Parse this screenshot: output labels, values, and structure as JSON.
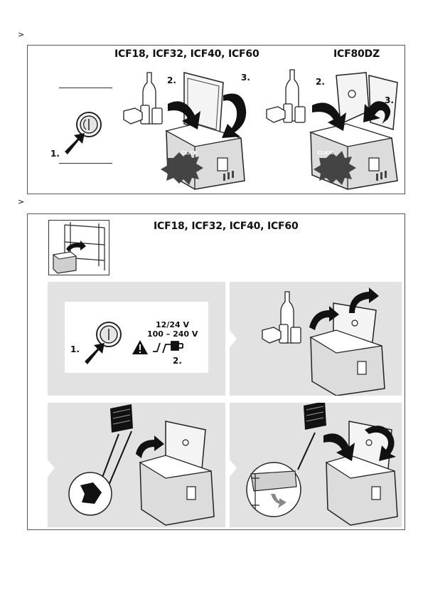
{
  "bullets": [
    ">",
    ">"
  ],
  "figure1": {
    "title_left": "ICF18, ICF32, ICF40, ICF60",
    "title_right": "ICF80DZ",
    "step1": "1.",
    "left_step2": "2.",
    "left_step3": "3.",
    "right_step2": "2.",
    "right_step3": "3.",
    "click_left": "CLICK",
    "click_right": "CLICK"
  },
  "figure2": {
    "title": "ICF18, ICF32, ICF40, ICF60",
    "panel_a": {
      "step1": "1.",
      "voltage_dc": "12/24 V",
      "voltage_ac": "100 – 240 V",
      "step2": "2."
    }
  }
}
